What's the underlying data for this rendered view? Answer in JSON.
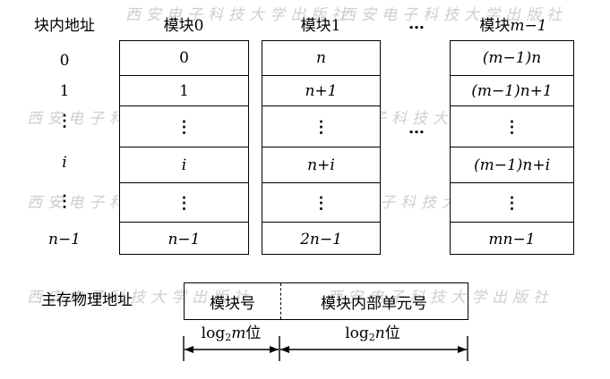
{
  "watermark": "西安电子科技大学出版社",
  "headers": {
    "address": "块内地址",
    "module0": "模块0",
    "module1": "模块1",
    "ellipsis": "…",
    "modulem_prefix": "模块",
    "modulem_suffix": "m−1"
  },
  "row_labels": [
    "0",
    "1",
    "⋮",
    "i",
    "⋮",
    "n−1"
  ],
  "module0_cells": [
    "0",
    "1",
    "⋮",
    "i",
    "⋮",
    "n−1"
  ],
  "module1_cells": [
    "n",
    "n+1",
    "⋮",
    "n+i",
    "⋮",
    "2n−1"
  ],
  "modulem_cells": [
    "(m−1)n",
    "(m−1)n+1",
    "⋮",
    "(m−1)n+i",
    "⋮",
    "mn−1"
  ],
  "middle_ellipsis": "…",
  "address_format": {
    "label": "主存物理地址",
    "field1": "模块号",
    "field2": "模块内部单元号",
    "width1_prefix": "log",
    "width1_sub": "2",
    "width1_var": "m",
    "width1_suffix": "位",
    "width2_prefix": "log",
    "width2_sub": "2",
    "width2_var": "n",
    "width2_suffix": "位"
  }
}
